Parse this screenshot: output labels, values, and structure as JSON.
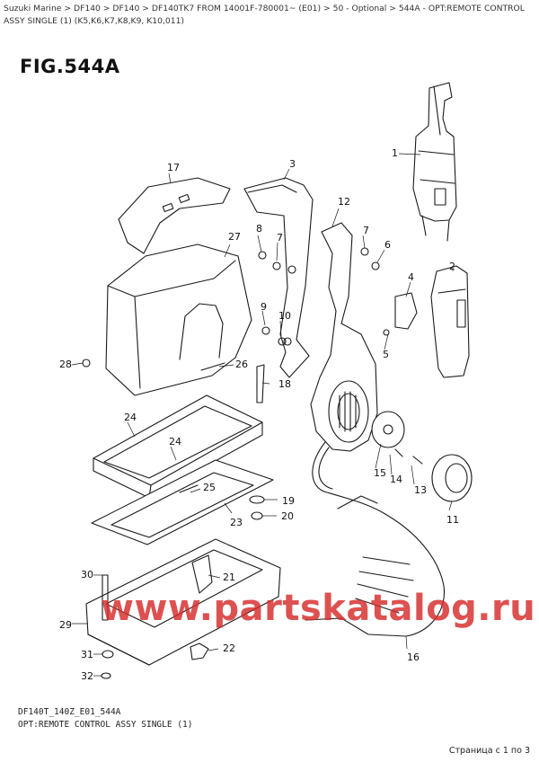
{
  "breadcrumb": "Suzuki Marine > DF140 > DF140 > DF140TK7 FROM 14001F-780001~ (E01) > 50 - Optional > 544A - OPT:REMOTE CONTROL ASSY SINGLE (1) (K5,K6,K7,K8,K9, K10,011)",
  "figure": {
    "title": "FIG.544A",
    "code": "DF140T_140Z_E01_544A",
    "caption": "OPT:REMOTE CONTROL ASSY SINGLE (1)"
  },
  "callouts": [
    "1",
    "2",
    "3",
    "4",
    "5",
    "6",
    "7",
    "7",
    "8",
    "9",
    "10",
    "11",
    "12",
    "13",
    "14",
    "15",
    "16",
    "17",
    "18",
    "19",
    "20",
    "21",
    "22",
    "23",
    "24",
    "24",
    "25",
    "26",
    "27",
    "28",
    "29",
    "30",
    "31",
    "32"
  ],
  "watermark": "www.partskatalog.ru",
  "pager": "Страница с 1 по 3",
  "colors": {
    "line": "#1a1a1a",
    "watermark": "#d52b2b"
  }
}
